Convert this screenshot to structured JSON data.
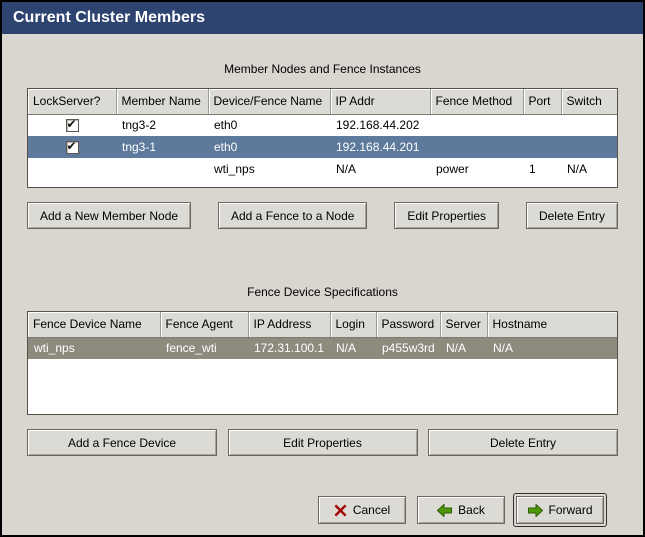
{
  "window": {
    "title": "Current Cluster Members",
    "titlebar_color": "#2e4470",
    "background_color": "#d9d6d0"
  },
  "colors": {
    "member_selection": "#5d7a9d",
    "fence_selection": "#8e8a7e",
    "table_header_bg": "#dcdad5",
    "cancel_icon": "#a40000",
    "arrow_icon": "#4e9a06"
  },
  "icons": {
    "lockserver": "checked-checkbox",
    "cancel": "red-x",
    "back": "green-arrow-left",
    "forward": "green-arrow-right"
  },
  "member_section": {
    "caption": "Member Nodes and Fence Instances",
    "columns": [
      "LockServer?",
      "Member Name",
      "Device/Fence Name",
      "IP Addr",
      "Fence Method",
      "Port",
      "Switch"
    ],
    "rows": [
      {
        "lockserver": true,
        "selected": false,
        "cells": [
          "tng3-2",
          "eth0",
          "192.168.44.202",
          "",
          "",
          ""
        ]
      },
      {
        "lockserver": true,
        "selected": true,
        "cells": [
          "tng3-1",
          "eth0",
          "192.168.44.201",
          "",
          "",
          ""
        ]
      },
      {
        "lockserver": false,
        "selected": false,
        "cells": [
          "",
          "wti_nps",
          "N/A",
          "power",
          "1",
          "N/A"
        ]
      }
    ],
    "buttons": {
      "add_member": "Add a New Member Node",
      "add_fence": "Add a Fence to a Node",
      "edit": "Edit Properties",
      "delete": "Delete Entry"
    }
  },
  "fence_section": {
    "caption": "Fence Device Specifications",
    "columns": [
      "Fence Device Name",
      "Fence Agent",
      "IP Address",
      "Login",
      "Password",
      "Server",
      "Hostname"
    ],
    "rows": [
      {
        "selected": true,
        "cells": [
          "wti_nps",
          "fence_wti",
          "172.31.100.1",
          "N/A",
          "p455w3rd",
          "N/A",
          "N/A"
        ]
      }
    ],
    "buttons": {
      "add_device": "Add a Fence Device",
      "edit": "Edit Properties",
      "delete": "Delete Entry"
    }
  },
  "footer": {
    "cancel": "Cancel",
    "back": "Back",
    "forward": "Forward"
  }
}
